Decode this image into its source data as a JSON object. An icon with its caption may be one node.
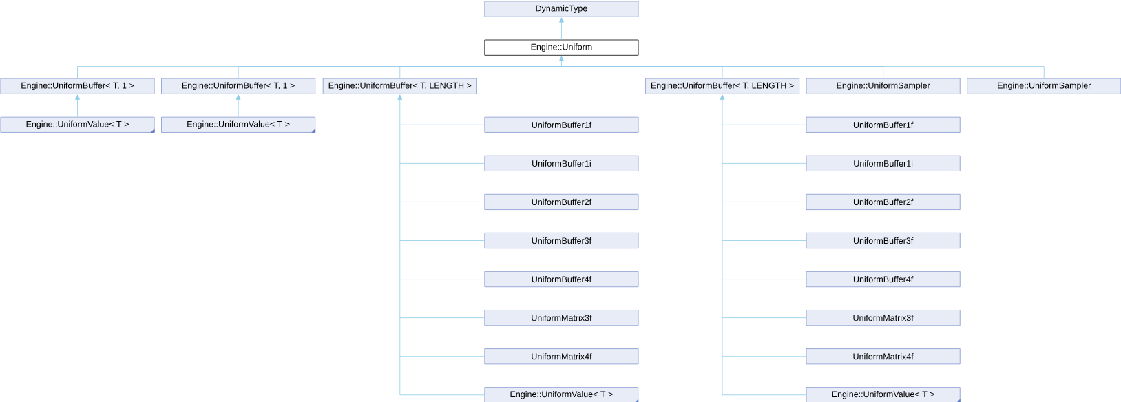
{
  "diagram": {
    "nodes": [
      {
        "text": [
          "DynamicType"
        ]
      },
      {
        "text": [
          "Engine::Uniform"
        ]
      },
      {
        "text": [
          "Engine::UniformBuffer< T, 1 >"
        ]
      },
      {
        "text": [
          "Engine::UniformBuffer< T, 1 >"
        ]
      },
      {
        "text": [
          "Engine::UniformBuffer< T, LENGTH >"
        ]
      },
      {
        "text": [
          "Engine::UniformBuffer< T, LENGTH >"
        ]
      },
      {
        "text": [
          "Engine::UniformSampler"
        ]
      },
      {
        "text": [
          "Engine::UniformSampler"
        ]
      },
      {
        "text": [
          "Engine::UniformValue< T >"
        ]
      },
      {
        "text": [
          "Engine::UniformValue< T >"
        ]
      },
      {
        "text": [
          "UniformBuffer1f"
        ]
      },
      {
        "text": [
          "UniformBuffer1i"
        ]
      },
      {
        "text": [
          "UniformBuffer2f"
        ]
      },
      {
        "text": [
          "UniformBuffer3f"
        ]
      },
      {
        "text": [
          "UniformBuffer4f"
        ]
      },
      {
        "text": [
          "UniformMatrix3f"
        ]
      },
      {
        "text": [
          "UniformMatrix4f"
        ]
      },
      {
        "text": [
          "Engine::UniformValue< T >"
        ]
      },
      {
        "text": [
          "UniformBuffer1f"
        ]
      },
      {
        "text": [
          "UniformBuffer1i"
        ]
      },
      {
        "text": [
          "UniformBuffer2f"
        ]
      },
      {
        "text": [
          "UniformBuffer3f"
        ]
      },
      {
        "text": [
          "UniformBuffer4f"
        ]
      },
      {
        "text": [
          "UniformMatrix3f"
        ]
      },
      {
        "text": [
          "UniformMatrix4f"
        ]
      },
      {
        "text": [
          "Engine::UniformValue< T >"
        ]
      }
    ],
    "edges": [
      {
        "from": 1,
        "to": 0,
        "arrow": "to"
      },
      {
        "from": 2,
        "to": 1,
        "arrow": "to"
      },
      {
        "from": 3,
        "to": 1,
        "arrow": "to"
      },
      {
        "from": 4,
        "to": 1,
        "arrow": "to"
      },
      {
        "from": 5,
        "to": 1,
        "arrow": "to"
      },
      {
        "from": 6,
        "to": 1,
        "arrow": "to"
      },
      {
        "from": 7,
        "to": 1,
        "arrow": "to"
      },
      {
        "from": 8,
        "to": 2,
        "arrow": "to"
      },
      {
        "from": 9,
        "to": 3,
        "arrow": "to"
      },
      {
        "from": 10,
        "to": 4,
        "arrow": "to"
      },
      {
        "from": 11,
        "to": 4,
        "arrow": "to"
      },
      {
        "from": 12,
        "to": 4,
        "arrow": "to"
      },
      {
        "from": 13,
        "to": 4,
        "arrow": "to"
      },
      {
        "from": 14,
        "to": 4,
        "arrow": "to"
      },
      {
        "from": 15,
        "to": 4,
        "arrow": "to"
      },
      {
        "from": 16,
        "to": 4,
        "arrow": "to"
      },
      {
        "from": 17,
        "to": 4,
        "arrow": "to"
      },
      {
        "from": 18,
        "to": 5,
        "arrow": "to"
      },
      {
        "from": 19,
        "to": 5,
        "arrow": "to"
      },
      {
        "from": 20,
        "to": 5,
        "arrow": "to"
      },
      {
        "from": 21,
        "to": 5,
        "arrow": "to"
      },
      {
        "from": 22,
        "to": 5,
        "arrow": "to"
      },
      {
        "from": 23,
        "to": 5,
        "arrow": "to"
      },
      {
        "from": 24,
        "to": 5,
        "arrow": "to"
      },
      {
        "from": 25,
        "to": 5,
        "arrow": "to"
      }
    ]
  }
}
